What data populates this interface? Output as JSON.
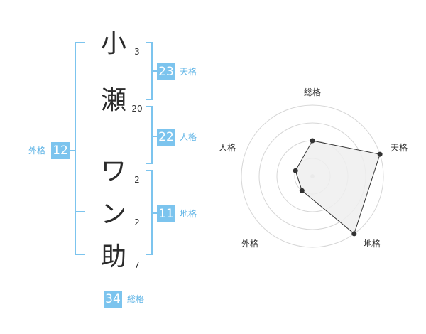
{
  "name": {
    "chars": [
      {
        "char": "小",
        "strokes": "3"
      },
      {
        "char": "瀬",
        "strokes": "20"
      },
      {
        "char": "ワ",
        "strokes": "2"
      },
      {
        "char": "ン",
        "strokes": "2"
      },
      {
        "char": "助",
        "strokes": "7"
      }
    ]
  },
  "kaku": {
    "tenkaku": {
      "value": "23",
      "label": "天格"
    },
    "jinkaku": {
      "value": "22",
      "label": "人格"
    },
    "chikaku": {
      "value": "11",
      "label": "地格"
    },
    "gaikaku": {
      "value": "12",
      "label": "外格"
    },
    "soukaku": {
      "value": "34",
      "label": "総格"
    }
  },
  "colors": {
    "bracket": "#7cc4ee",
    "badge": "#7cc4ee",
    "badge_text": "#ffffff",
    "label": "#5fb4e6",
    "radar_fill": "#eeeeee",
    "radar_line": "#333333"
  },
  "chart_data": {
    "type": "radar",
    "axes": [
      "総格",
      "天格",
      "地格",
      "外格",
      "人格"
    ],
    "max": 4,
    "values": [
      2,
      4,
      4,
      1,
      1
    ],
    "grid_rings": 4
  }
}
